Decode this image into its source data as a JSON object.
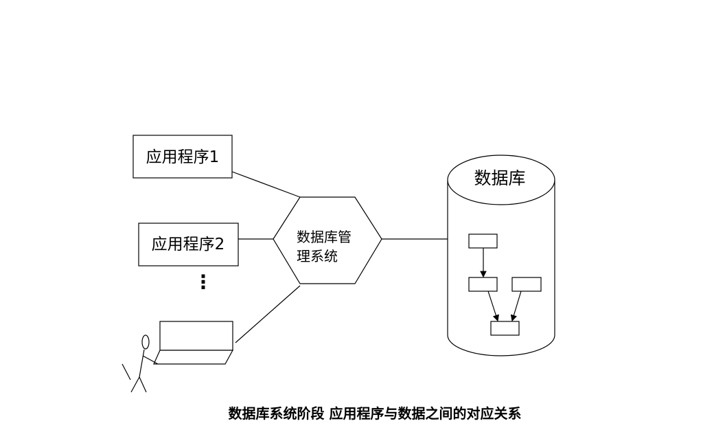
{
  "apps": {
    "app1": "应用程序1",
    "app2": "应用程序2",
    "ellipsis": "⋮"
  },
  "dbms": {
    "line1": "数据库管",
    "line2": "理系统"
  },
  "database": {
    "label": "数据库"
  },
  "caption": "数据库系统阶段 应用程序与数据之间的对应关系"
}
